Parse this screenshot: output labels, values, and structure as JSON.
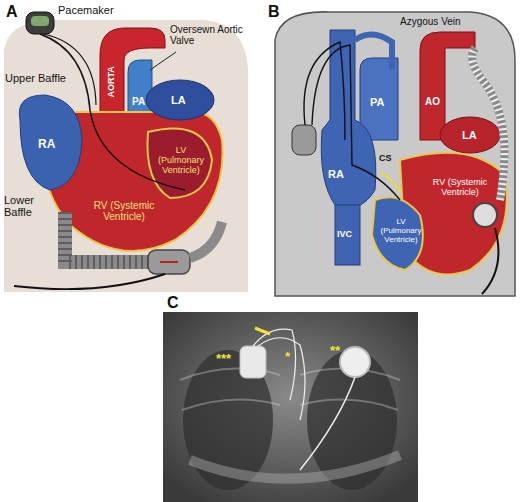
{
  "diagram": {
    "labels": [
      "A",
      "Pacemaker",
      "Upper Baffle",
      "AORTA",
      "PA",
      "LA",
      "Oversewn Aortic Valve",
      "RA",
      "Lower Baffle",
      "LV (Pulmonary Ventricle)",
      "RV (Systemic Ventricle)",
      "B",
      "Azygous Vein",
      "AO",
      "PA",
      "LA",
      "RA",
      "CS",
      "RV (Systemic Ventricle)",
      "LV (Pulmonary Ventricle)",
      "IVC",
      "C",
      "***",
      "*",
      "**"
    ]
  }
}
